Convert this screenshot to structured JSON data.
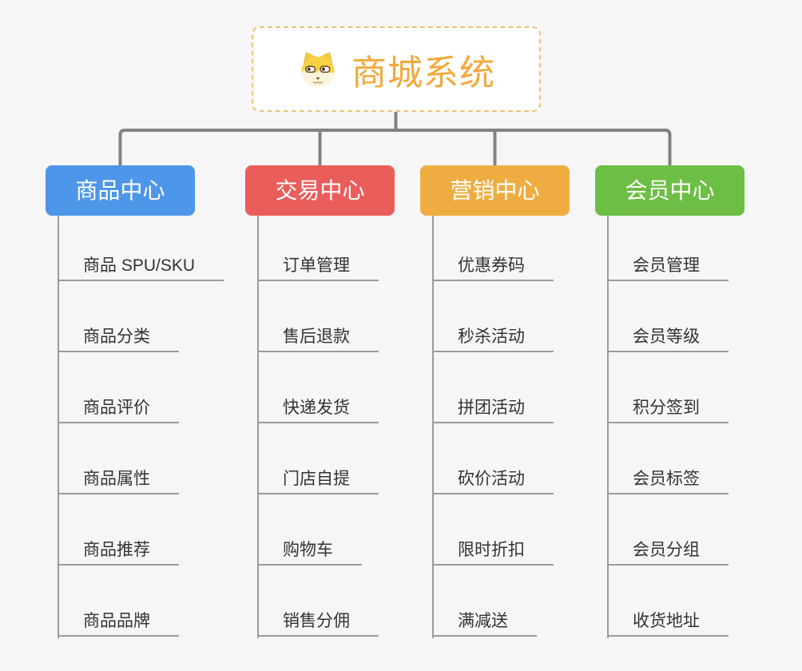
{
  "page": {
    "background": "#F5F6F5",
    "connector_color": "#828282",
    "leaf_line_color": "#9B9B9B"
  },
  "root": {
    "label": "商城系统",
    "text_color": "#F2A93C",
    "border_color": "#EFC279",
    "icon": "dog-face-icon"
  },
  "branches": [
    {
      "label": "商品中心",
      "color": "#4D96E9",
      "children": [
        "商品 SPU/SKU",
        "商品分类",
        "商品评价",
        "商品属性",
        "商品推荐",
        "商品品牌"
      ]
    },
    {
      "label": "交易中心",
      "color": "#E95D5B",
      "children": [
        "订单管理",
        "售后退款",
        "快递发货",
        "门店自提",
        "购物车",
        "销售分佣"
      ]
    },
    {
      "label": "营销中心",
      "color": "#EFAD41",
      "children": [
        "优惠券码",
        "秒杀活动",
        "拼团活动",
        "砍价活动",
        "限时折扣",
        "满减送"
      ]
    },
    {
      "label": "会员中心",
      "color": "#6DBE45",
      "children": [
        "会员管理",
        "会员等级",
        "积分签到",
        "会员标签",
        "会员分组",
        "收货地址"
      ]
    }
  ]
}
